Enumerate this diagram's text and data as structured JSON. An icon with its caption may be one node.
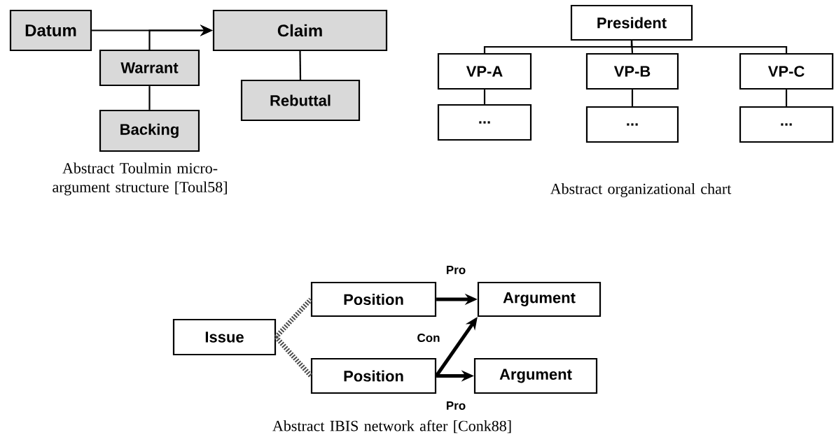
{
  "diagram": {
    "nodes": [
      {
        "text": [
          "Datum"
        ]
      },
      {
        "text": [
          "Claim"
        ]
      },
      {
        "text": [
          "Warrant"
        ]
      },
      {
        "text": [
          "Backing"
        ]
      },
      {
        "text": [
          "Rebuttal"
        ]
      },
      {
        "text": [
          "President"
        ]
      },
      {
        "text": [
          "VP-A"
        ]
      },
      {
        "text": [
          "VP-B"
        ]
      },
      {
        "text": [
          "VP-C"
        ]
      },
      {
        "text": [
          "..."
        ]
      },
      {
        "text": [
          "..."
        ]
      },
      {
        "text": [
          "..."
        ]
      },
      {
        "text": [
          "Issue"
        ]
      },
      {
        "text": [
          "Position"
        ]
      },
      {
        "text": [
          "Argument"
        ]
      },
      {
        "text": [
          "Position"
        ]
      },
      {
        "text": [
          "Argument"
        ]
      }
    ],
    "edges": [
      {
        "from": 0,
        "to": 1,
        "arrow": "to"
      },
      {
        "from": 2,
        "to": 1,
        "arrow": "to"
      },
      {
        "from": 2,
        "to": 3,
        "arrow": "none"
      },
      {
        "from": 1,
        "to": 4,
        "arrow": "none"
      },
      {
        "from": 5,
        "to": 6,
        "arrow": "none"
      },
      {
        "from": 5,
        "to": 7,
        "arrow": "none"
      },
      {
        "from": 5,
        "to": 8,
        "arrow": "none"
      },
      {
        "from": 6,
        "to": 9,
        "arrow": "none"
      },
      {
        "from": 7,
        "to": 10,
        "arrow": "none"
      },
      {
        "from": 8,
        "to": 11,
        "arrow": "none"
      },
      {
        "from": 12,
        "to": 13,
        "arrow": "none",
        "style": "dashed"
      },
      {
        "from": 12,
        "to": 15,
        "arrow": "none",
        "style": "dashed"
      },
      {
        "from": 13,
        "to": 14,
        "arrow": "to",
        "style": "thick",
        "label": "Pro"
      },
      {
        "from": 15,
        "to": 14,
        "arrow": "to",
        "style": "thick",
        "label": "Con"
      },
      {
        "from": 15,
        "to": 16,
        "arrow": "to",
        "style": "thick",
        "label": "Pro"
      }
    ],
    "labels": [
      "Abstract Toulmin micro-argument structure [Toul58]",
      "Abstract organizational chart",
      "Abstract IBIS network after [Conk88]"
    ]
  }
}
